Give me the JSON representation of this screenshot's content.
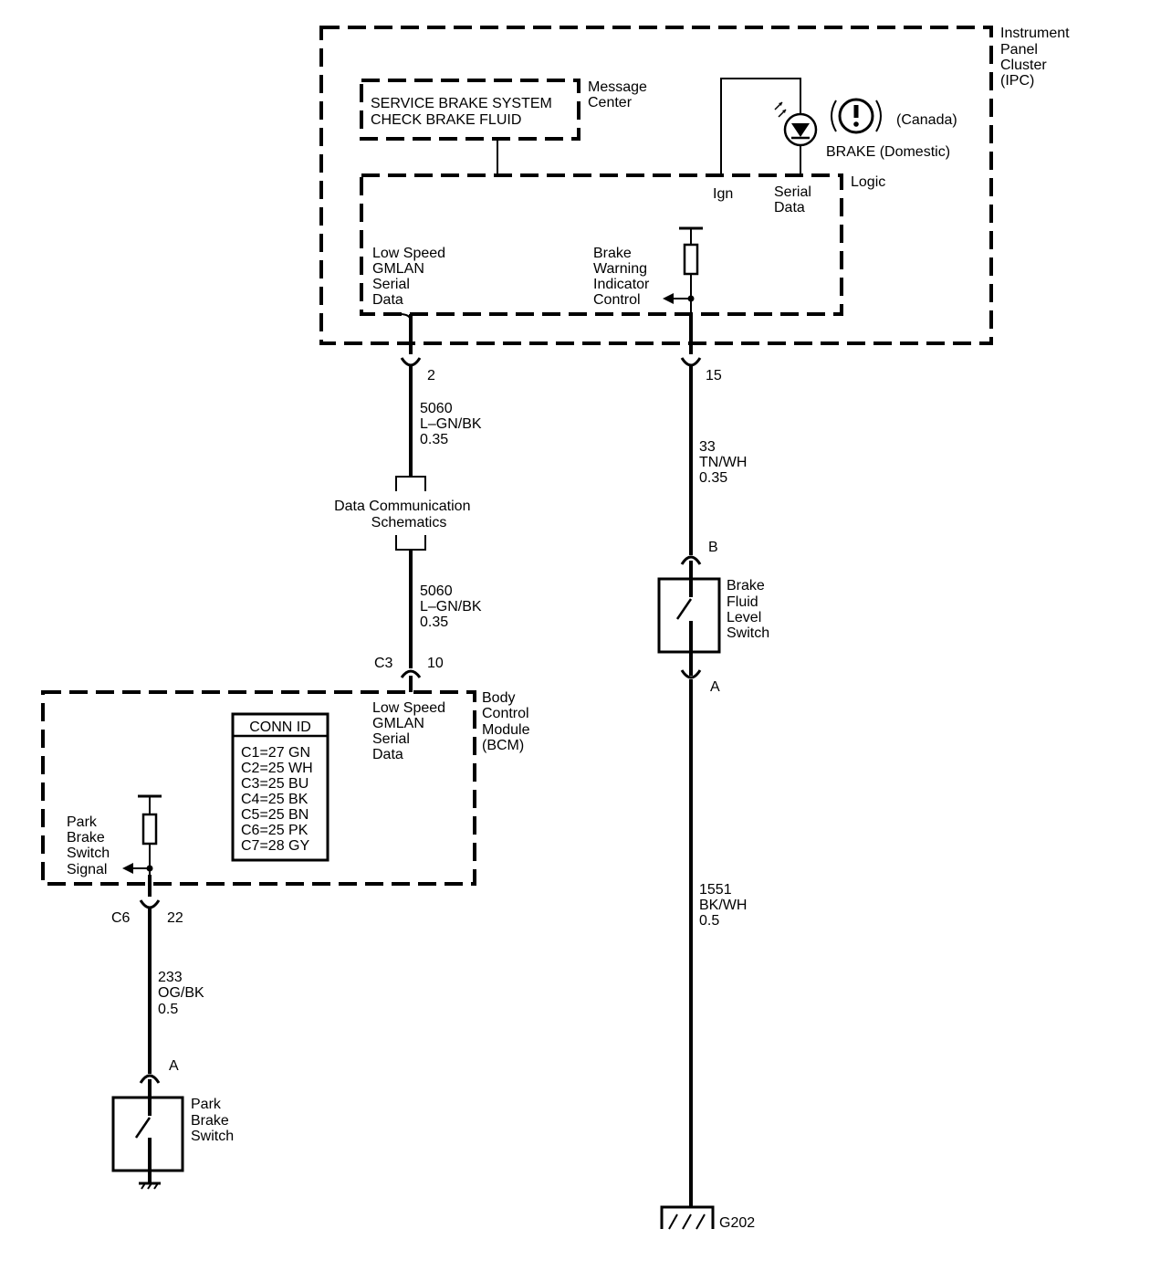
{
  "ipc": {
    "label": [
      "Instrument",
      "Panel",
      "Cluster",
      "(IPC)"
    ],
    "message_center_label": [
      "Message",
      "Center"
    ],
    "message_text": [
      "SERVICE BRAKE SYSTEM",
      "CHECK BRAKE FLUID"
    ],
    "logic_label": "Logic",
    "ign": "Ign",
    "serial_data": [
      "Serial",
      "Data"
    ],
    "canada": "(Canada)",
    "domestic": "BRAKE (Domestic)",
    "gmlan": [
      "Low Speed",
      "GMLAN",
      "Serial",
      "Data"
    ],
    "brake_warning": [
      "Brake",
      "Warning",
      "Indicator",
      "Control"
    ]
  },
  "wire_left": {
    "pin_top": "2",
    "upper": [
      "5060",
      "L–GN/BK",
      "0.35"
    ],
    "dcs": [
      "Data Communication",
      "Schematics"
    ],
    "lower": [
      "5060",
      "L–GN/BK",
      "0.35"
    ],
    "bcm_conn": "C3",
    "bcm_pin": "10"
  },
  "wire_right": {
    "pin_top": "15",
    "upper": [
      "33",
      "TN/WH",
      "0.35"
    ],
    "switch_pin_top": "B",
    "switch_label": [
      "Brake",
      "Fluid",
      "Level",
      "Switch"
    ],
    "switch_pin_bottom": "A",
    "lower": [
      "1551",
      "BK/WH",
      "0.5"
    ],
    "ground": "G202"
  },
  "bcm": {
    "label": [
      "Body",
      "Control",
      "Module",
      "(BCM)"
    ],
    "gmlan": [
      "Low Speed",
      "GMLAN",
      "Serial",
      "Data"
    ],
    "conn_id_title": "CONN ID",
    "conn_ids": [
      "C1=27 GN",
      "C2=25 WH",
      "C3=25 BU",
      "C4=25 BK",
      "C5=25 BN",
      "C6=25 PK",
      "C7=28 GY"
    ],
    "park_signal": [
      "Park",
      "Brake",
      "Switch",
      "Signal"
    ]
  },
  "wire_park": {
    "conn": "C6",
    "pin": "22",
    "wire": [
      "233",
      "OG/BK",
      "0.5"
    ],
    "switch_pin": "A",
    "switch_label": [
      "Park",
      "Brake",
      "Switch"
    ]
  }
}
